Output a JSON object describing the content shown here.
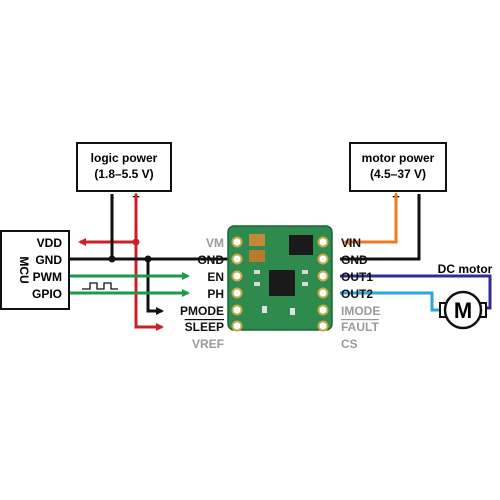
{
  "title": "",
  "mcu": {
    "label": "MCU"
  },
  "logic_power": {
    "line1": "logic power",
    "line2": "(1.8–5.5 V)",
    "minus": "-",
    "plus": "+"
  },
  "motor_power": {
    "line1": "motor power",
    "line2": "(4.5–37 V)",
    "plus": "+",
    "minus": "-"
  },
  "mcu_pins": [
    "VDD",
    "GND",
    "PWM",
    "GPIO"
  ],
  "driver_left_pins": [
    {
      "label": "VM",
      "state": "inactive"
    },
    {
      "label": "GND",
      "state": "active"
    },
    {
      "label": "EN",
      "state": "active"
    },
    {
      "label": "PH",
      "state": "active"
    },
    {
      "label": "PMODE",
      "state": "active"
    },
    {
      "label": "SLEEP",
      "state": "active"
    },
    {
      "label": "VREF",
      "state": "inactive"
    }
  ],
  "driver_right_pins": [
    {
      "label": "VIN",
      "state": "active"
    },
    {
      "label": "GND",
      "state": "active"
    },
    {
      "label": "OUT1",
      "state": "active"
    },
    {
      "label": "OUT2",
      "state": "active"
    },
    {
      "label": "IMODE",
      "state": "inactive"
    },
    {
      "label": "FAULT",
      "state": "inactive"
    },
    {
      "label": "CS",
      "state": "inactive"
    }
  ],
  "dc_motor": {
    "label": "DC motor",
    "symbol": "M"
  },
  "colors": {
    "logic_power_wire": "#cc2027",
    "ground_wire": "#111111",
    "signal_wire": "#1a9a4a",
    "motor_power_wire": "#f07a1e",
    "out1_wire": "#2f2e8e",
    "out2_wire": "#2aa6dc",
    "inactive_label": "#9a9a9a",
    "board_green": "#2f8a4e"
  }
}
